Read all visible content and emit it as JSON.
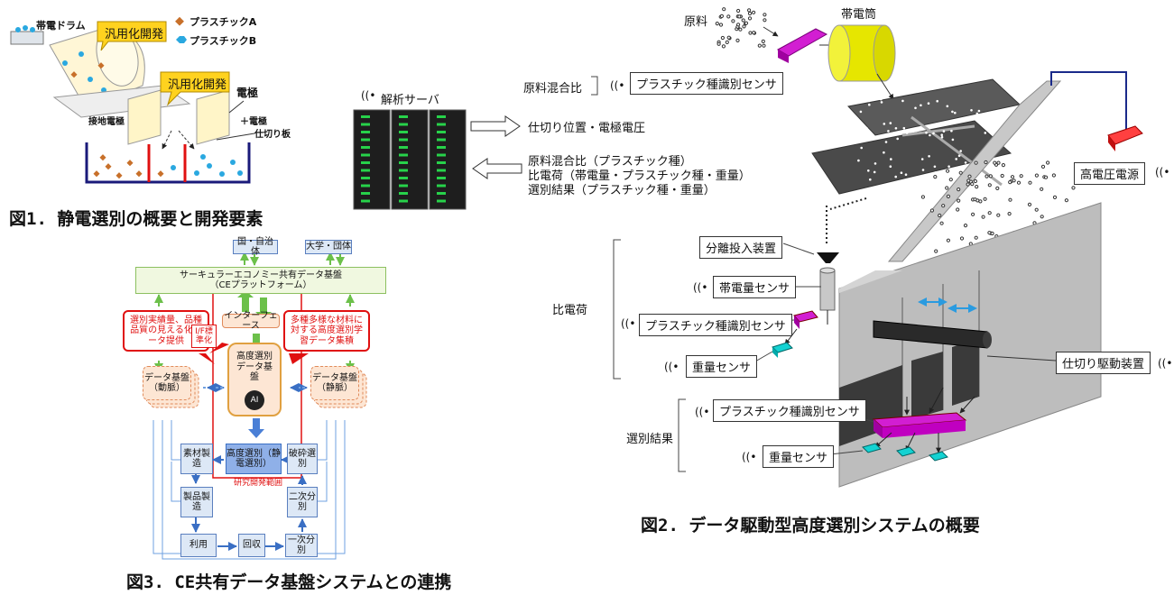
{
  "fig1": {
    "caption": "図1. 静電選別の概要と開発要素",
    "drum_label": "帯電ドラム",
    "callout_top": "汎用化開発",
    "callout_mid": "汎用化開発",
    "legend_a": "プラスチックA",
    "legend_b": "プラスチックB",
    "electrode_label": "電極",
    "ground_electrode": "接地電極",
    "plus_electrode": "＋電極",
    "partition": "仕切り板",
    "colors": {
      "plasticA": "#c8702a",
      "plasticB": "#2aa8e0",
      "callout": "#ffd21f"
    }
  },
  "server": {
    "label": "解析サーバ",
    "out_arrow": "仕切り位置・電極電圧",
    "in_lines": [
      "原料混合比（プラスチック種）",
      "比電荷（帯電量・プラスチック種・重量）",
      "選別結果（プラスチック種・重量）"
    ]
  },
  "fig2": {
    "caption": "図2. データ駆動型高度選別システムの概要",
    "raw_material": "原料",
    "charging_drum": "帯電筒",
    "mix_ratio_label": "原料混合比",
    "sensor_plastic": "プラスチック種識別センサ",
    "hv_power": "高電圧電源",
    "separation_device": "分離投入装置",
    "charge_sensor": "帯電量センサ",
    "specific_charge": "比電荷",
    "sensor_plastic_2": "プラスチック種識別センサ",
    "weight_sensor": "重量センサ",
    "partition_drive": "仕切り駆動装置",
    "result_label": "選別結果",
    "sensor_plastic_3": "プラスチック種識別センサ",
    "weight_sensor_2": "重量センサ",
    "colors": {
      "magenta": "#d21ed2",
      "yellow": "#e6e600",
      "cyan": "#14d2d2",
      "red": "#e01010"
    }
  },
  "fig3": {
    "caption": "図3. CE共有データ基盤システムとの連携",
    "gov": "国・自治体",
    "univ": "大学・団体",
    "platform_title": "サーキュラーエコノミー共有データ基盤",
    "platform_sub": "（CEプラットフォーム）",
    "left_note": "選別実績量、品種品質の見える化データ提供",
    "right_note": "多種多様な材料に対する高度選別学習データ集積",
    "if_std": "I/F標準化",
    "interface": "インターフェース",
    "adv_db": "高度選別データ基盤",
    "ai": "AI",
    "db_artery": "データ基盤（動脈）",
    "db_vein": "データ基盤（静脈）",
    "material": "素材製造",
    "adv_sort": "高度選別（静電選別）",
    "crush": "破砕選別",
    "product": "製品製造",
    "secondary": "二次分別",
    "rd_scope": "研究開発範囲",
    "use": "利用",
    "collect": "回収",
    "primary": "一次分別"
  }
}
